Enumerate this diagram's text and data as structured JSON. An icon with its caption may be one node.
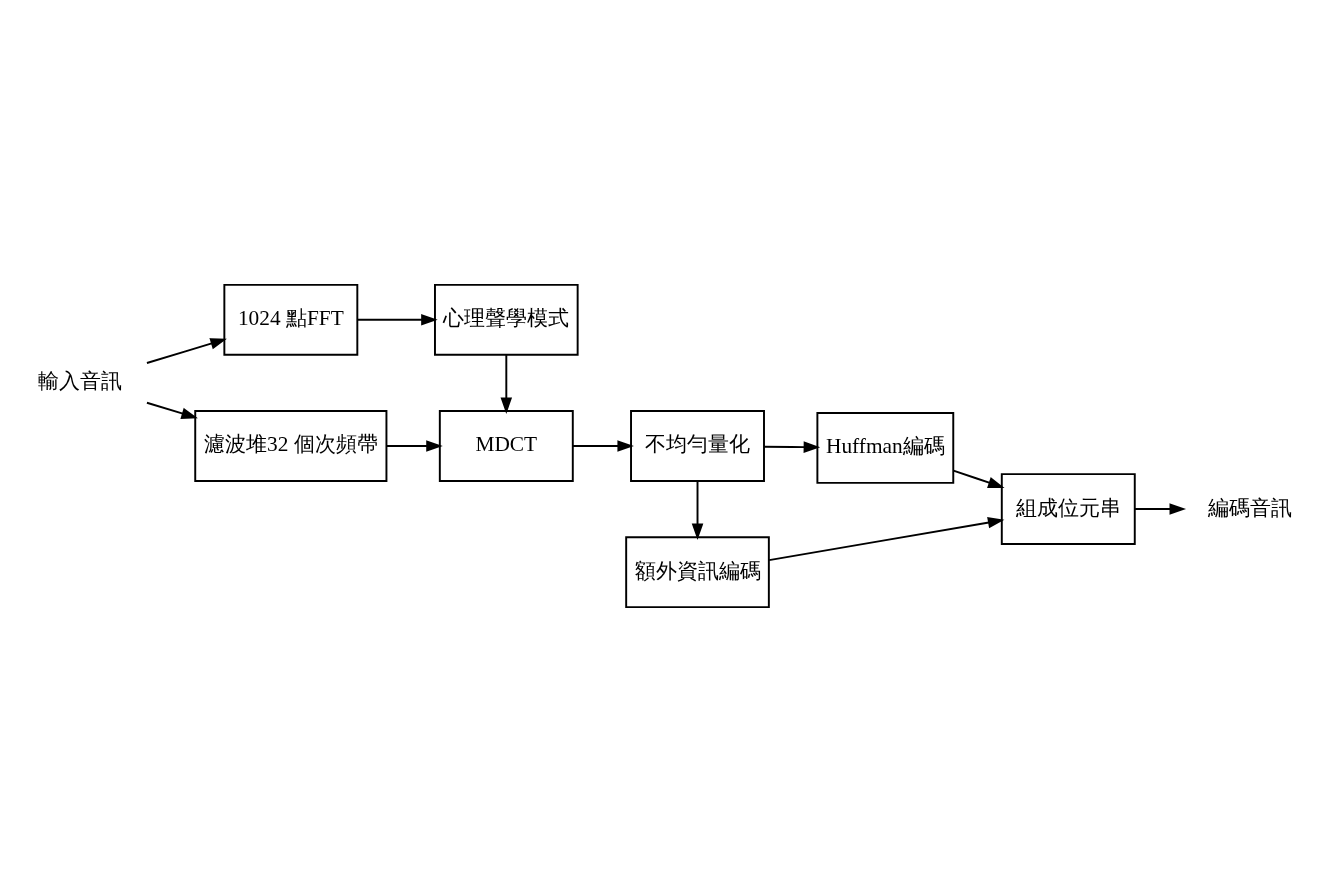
{
  "diagram": {
    "nodes": [
      {
        "text": [
          "輸入音訊"
        ]
      },
      {
        "text": [
          "濾波堆32 個次頻帶"
        ]
      },
      {
        "text": [
          "MDCT"
        ]
      },
      {
        "text": [
          "不均勻量化"
        ]
      },
      {
        "text": [
          "1024 點FFT"
        ]
      },
      {
        "text": [
          "心理聲學模式"
        ]
      },
      {
        "text": [
          "額外資訊編碼"
        ]
      },
      {
        "text": [
          "編碼音訊"
        ]
      },
      {
        "text": [
          "組成位元串"
        ]
      },
      {
        "text": [
          "Huffman編碼"
        ]
      }
    ],
    "edges": [
      {
        "from": 0,
        "to": 1,
        "arrow": "to"
      },
      {
        "from": 0,
        "to": 4,
        "arrow": "to"
      },
      {
        "from": 1,
        "to": 2,
        "arrow": "to"
      },
      {
        "from": 2,
        "to": 3,
        "arrow": "to"
      },
      {
        "from": 3,
        "to": 9,
        "arrow": "to"
      },
      {
        "from": 4,
        "to": 5,
        "arrow": "to"
      },
      {
        "from": 5,
        "to": 2,
        "arrow": "to"
      },
      {
        "from": 3,
        "to": 6,
        "arrow": "to"
      },
      {
        "from": 6,
        "to": 8,
        "arrow": "to"
      },
      {
        "from": 9,
        "to": 8,
        "arrow": "to"
      },
      {
        "from": 8,
        "to": 7,
        "arrow": "to"
      }
    ]
  }
}
